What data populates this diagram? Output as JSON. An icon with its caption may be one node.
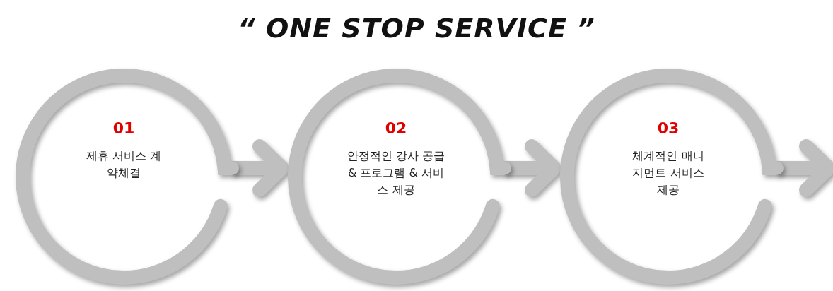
{
  "diagram": {
    "title": "“ ONE STOP SERVICE ”",
    "nodes": [
      {
        "text": [
          "01",
          "제휴 서비스 계약체결"
        ]
      },
      {
        "text": [
          "02",
          "안정적인 강사 공급 & 프로그램 & 서비스 제공"
        ]
      },
      {
        "text": [
          "03",
          "체계적인 매니지먼트 서비스 제공"
        ]
      }
    ],
    "edges": [
      {
        "from": 0,
        "to": 1,
        "arrow": "to"
      },
      {
        "from": 1,
        "to": 2,
        "arrow": "to"
      },
      {
        "from": 2,
        "to": null,
        "arrow": "to"
      }
    ]
  }
}
